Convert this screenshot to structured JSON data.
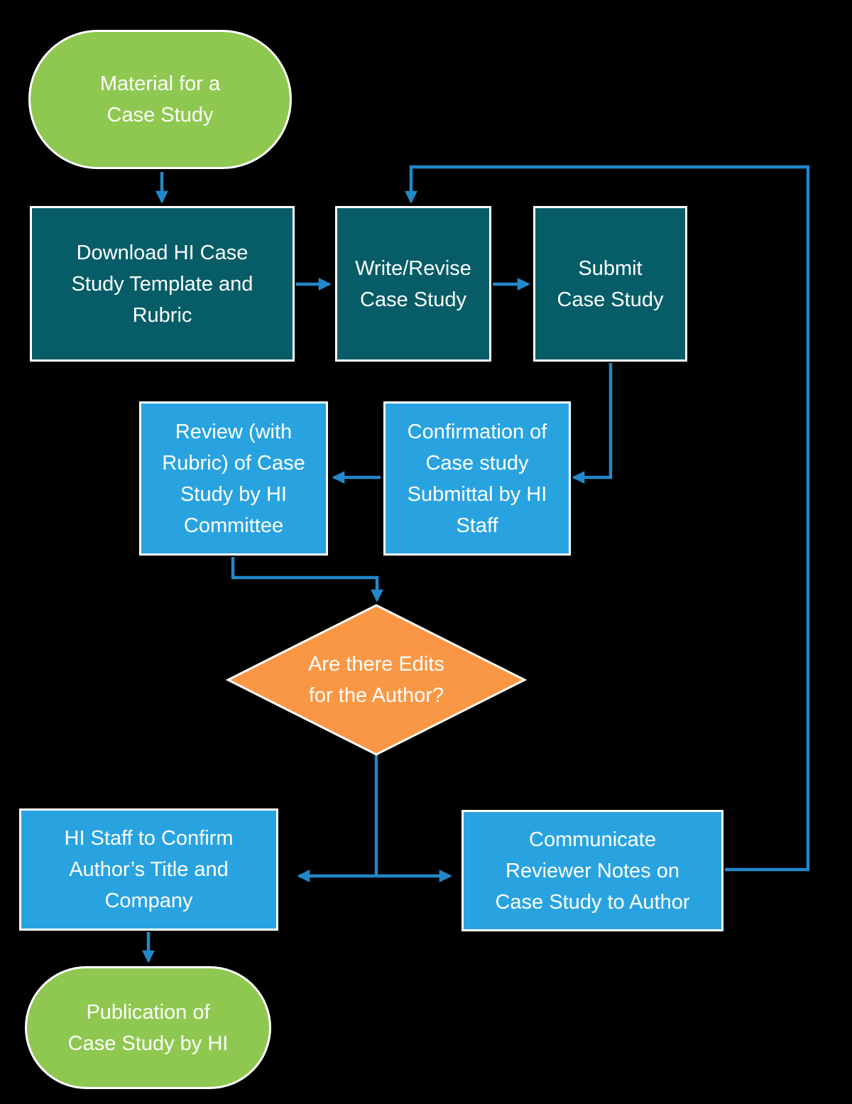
{
  "title": "HI Case Study Process Flowchart",
  "colors": {
    "background": "#000000",
    "green": "#8EC850",
    "teal": "#075D67",
    "blue": "#29A3E0",
    "orange": "#FA9745",
    "connector": "#2288C9",
    "node_border": "#FFFFFF",
    "text": "#FFFFFF"
  },
  "nodes": {
    "material": {
      "type": "terminator",
      "label": "Material for a\nCase Study"
    },
    "download": {
      "type": "process",
      "label": "Download HI Case\nStudy Template and\nRubric"
    },
    "write": {
      "type": "process",
      "label": "Write/Revise\nCase Study"
    },
    "submit": {
      "type": "process",
      "label": "Submit\nCase Study"
    },
    "review": {
      "type": "process",
      "label": "Review (with\nRubric) of Case\nStudy by HI\nCommittee"
    },
    "confirm": {
      "type": "process",
      "label": "Confirmation of\nCase study\nSubmittal by HI\nStaff"
    },
    "decision": {
      "type": "decision",
      "label": "Are there Edits\nfor the Author?"
    },
    "histaff": {
      "type": "process",
      "label": "HI Staff to Confirm\nAuthor’s Title and\nCompany"
    },
    "communicate": {
      "type": "process",
      "label": "Communicate\nReviewer Notes on\nCase Study to Author"
    },
    "publication": {
      "type": "terminator",
      "label": "Publication of\nCase Study by HI"
    }
  }
}
